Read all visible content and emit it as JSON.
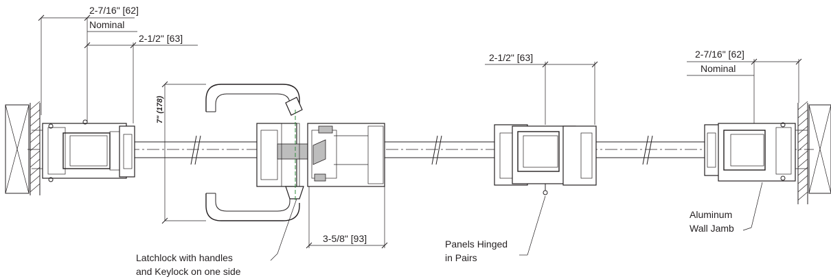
{
  "dimensions": {
    "left_nominal": "2-7/16\" [62]",
    "left_nominal_sub": "Nominal",
    "left_inner": "2-1/2\" [63]",
    "handle_height": "7\" (178)",
    "lock_width": "3-5/8\" [93]",
    "mid_hinge": "2-1/2\" [63]",
    "right_nominal": "2-7/16\" [62]",
    "right_nominal_sub": "Nominal"
  },
  "callouts": {
    "latchlock_line1": "Latchlock with handles",
    "latchlock_line2": "and Keylock on one side",
    "hinged_line1": "Panels Hinged",
    "hinged_line2": "in Pairs",
    "jamb_line1": "Aluminum",
    "jamb_line2": "Wall Jamb"
  }
}
